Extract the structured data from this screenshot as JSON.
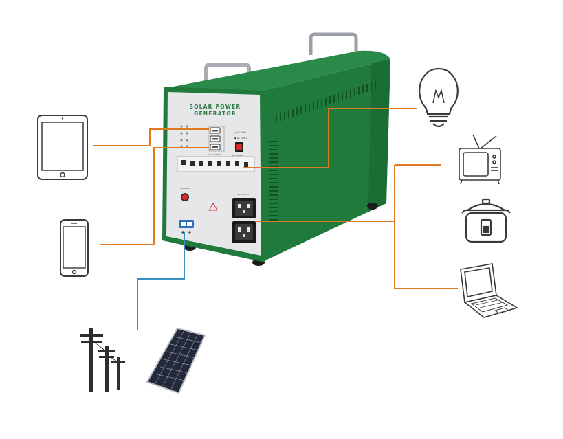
{
  "generator": {
    "title_line1": "SOLAR POWER",
    "title_line2": "GENERATOR",
    "dc_output_label": "DC OUTPUT",
    "ac_output_label": "AC OUTPUT",
    "ac_switch_label": "AC POWER"
  },
  "colors": {
    "body_green": "#1f7a3c",
    "body_dark": "#145a2a",
    "panel_grey": "#e6e7e9",
    "dc_line": "#e07a22",
    "ac_line": "#e07a22",
    "input_line": "#3b8fc0",
    "icon_stroke": "#3a3a3a"
  },
  "icons": [
    "tablet-icon",
    "smartphone-icon",
    "light-bulb-icon",
    "television-icon",
    "rice-cooker-icon",
    "laptop-icon",
    "utility-pole-icon",
    "solar-panel-icon"
  ]
}
